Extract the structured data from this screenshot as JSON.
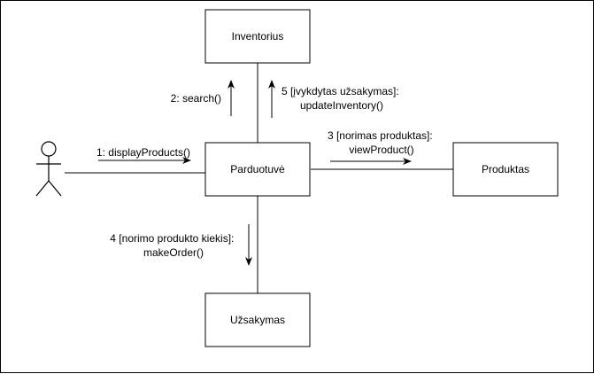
{
  "diagram": {
    "nodes": {
      "inventorius": "Inventorius",
      "parduotuve": "Parduotuvė",
      "produktas": "Produktas",
      "uzsakymas": "Užsakymas"
    },
    "messages": {
      "m1": [
        "1: displayProducts()"
      ],
      "m2": [
        "2: search()"
      ],
      "m3": [
        "3 [norimas produktas]:",
        "viewProduct()"
      ],
      "m4": [
        "4 [norimo produkto kiekis]:",
        "makeOrder()"
      ],
      "m5": [
        "5 [įvykdytas užsakymas]:",
        "updateInventory()"
      ]
    }
  }
}
